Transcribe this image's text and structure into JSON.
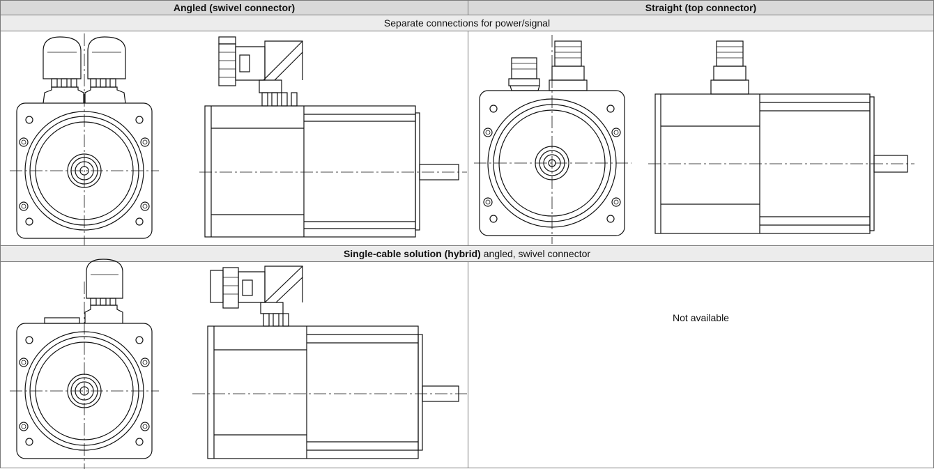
{
  "header": {
    "col1": "Angled (swivel connector)",
    "col2": "Straight (top connector)"
  },
  "section1": {
    "title": "Separate connections for power/signal"
  },
  "section2": {
    "title_bold": "Single-cable solution (hybrid)",
    "title_rest": "angled, swivel connector",
    "not_available": "Not available"
  }
}
